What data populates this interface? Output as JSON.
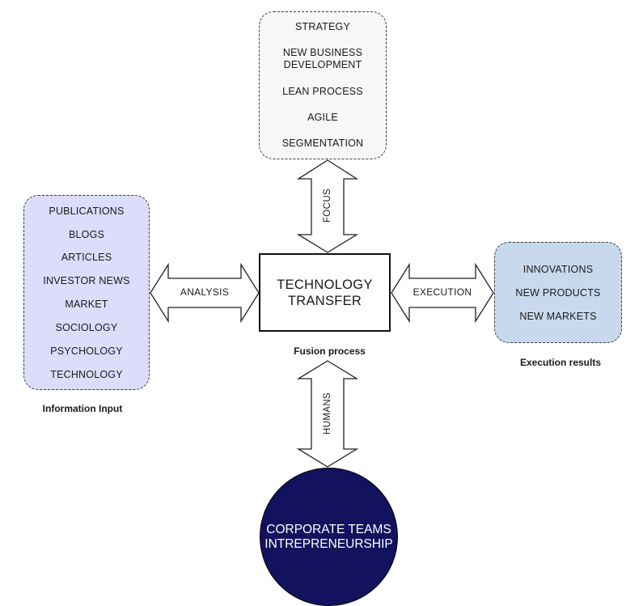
{
  "top_box": {
    "items": [
      "STRATEGY",
      "NEW BUSINESS\nDEVELOPMENT",
      "LEAN PROCESS",
      "AGILE",
      "SEGMENTATION"
    ]
  },
  "left_box": {
    "items": [
      "PUBLICATIONS",
      "BLOGS",
      "ARTICLES",
      "INVESTOR NEWS",
      "MARKET",
      "SOCIOLOGY",
      "PSYCHOLOGY",
      "TECHNOLOGY"
    ],
    "caption": "Information Input"
  },
  "right_box": {
    "items": [
      "INNOVATIONS",
      "NEW PRODUCTS",
      "NEW MARKETS"
    ],
    "caption": "Execution results"
  },
  "center": {
    "line1": "TECHNOLOGY",
    "line2": "TRANSFER",
    "caption": "Fusion process"
  },
  "arrows": {
    "top": "FOCUS",
    "left": "ANALYSIS",
    "right": "EXECUTION",
    "bottom": "HUMANS"
  },
  "circle": {
    "line1": "CORPORATE TEAMS",
    "line2": "INTREPRENEURSHIP"
  },
  "colors": {
    "left_fill": "#dcdcfb",
    "right_fill": "#c8d9ee",
    "top_fill": "#f7f7f7",
    "circle_fill": "#12125e"
  }
}
